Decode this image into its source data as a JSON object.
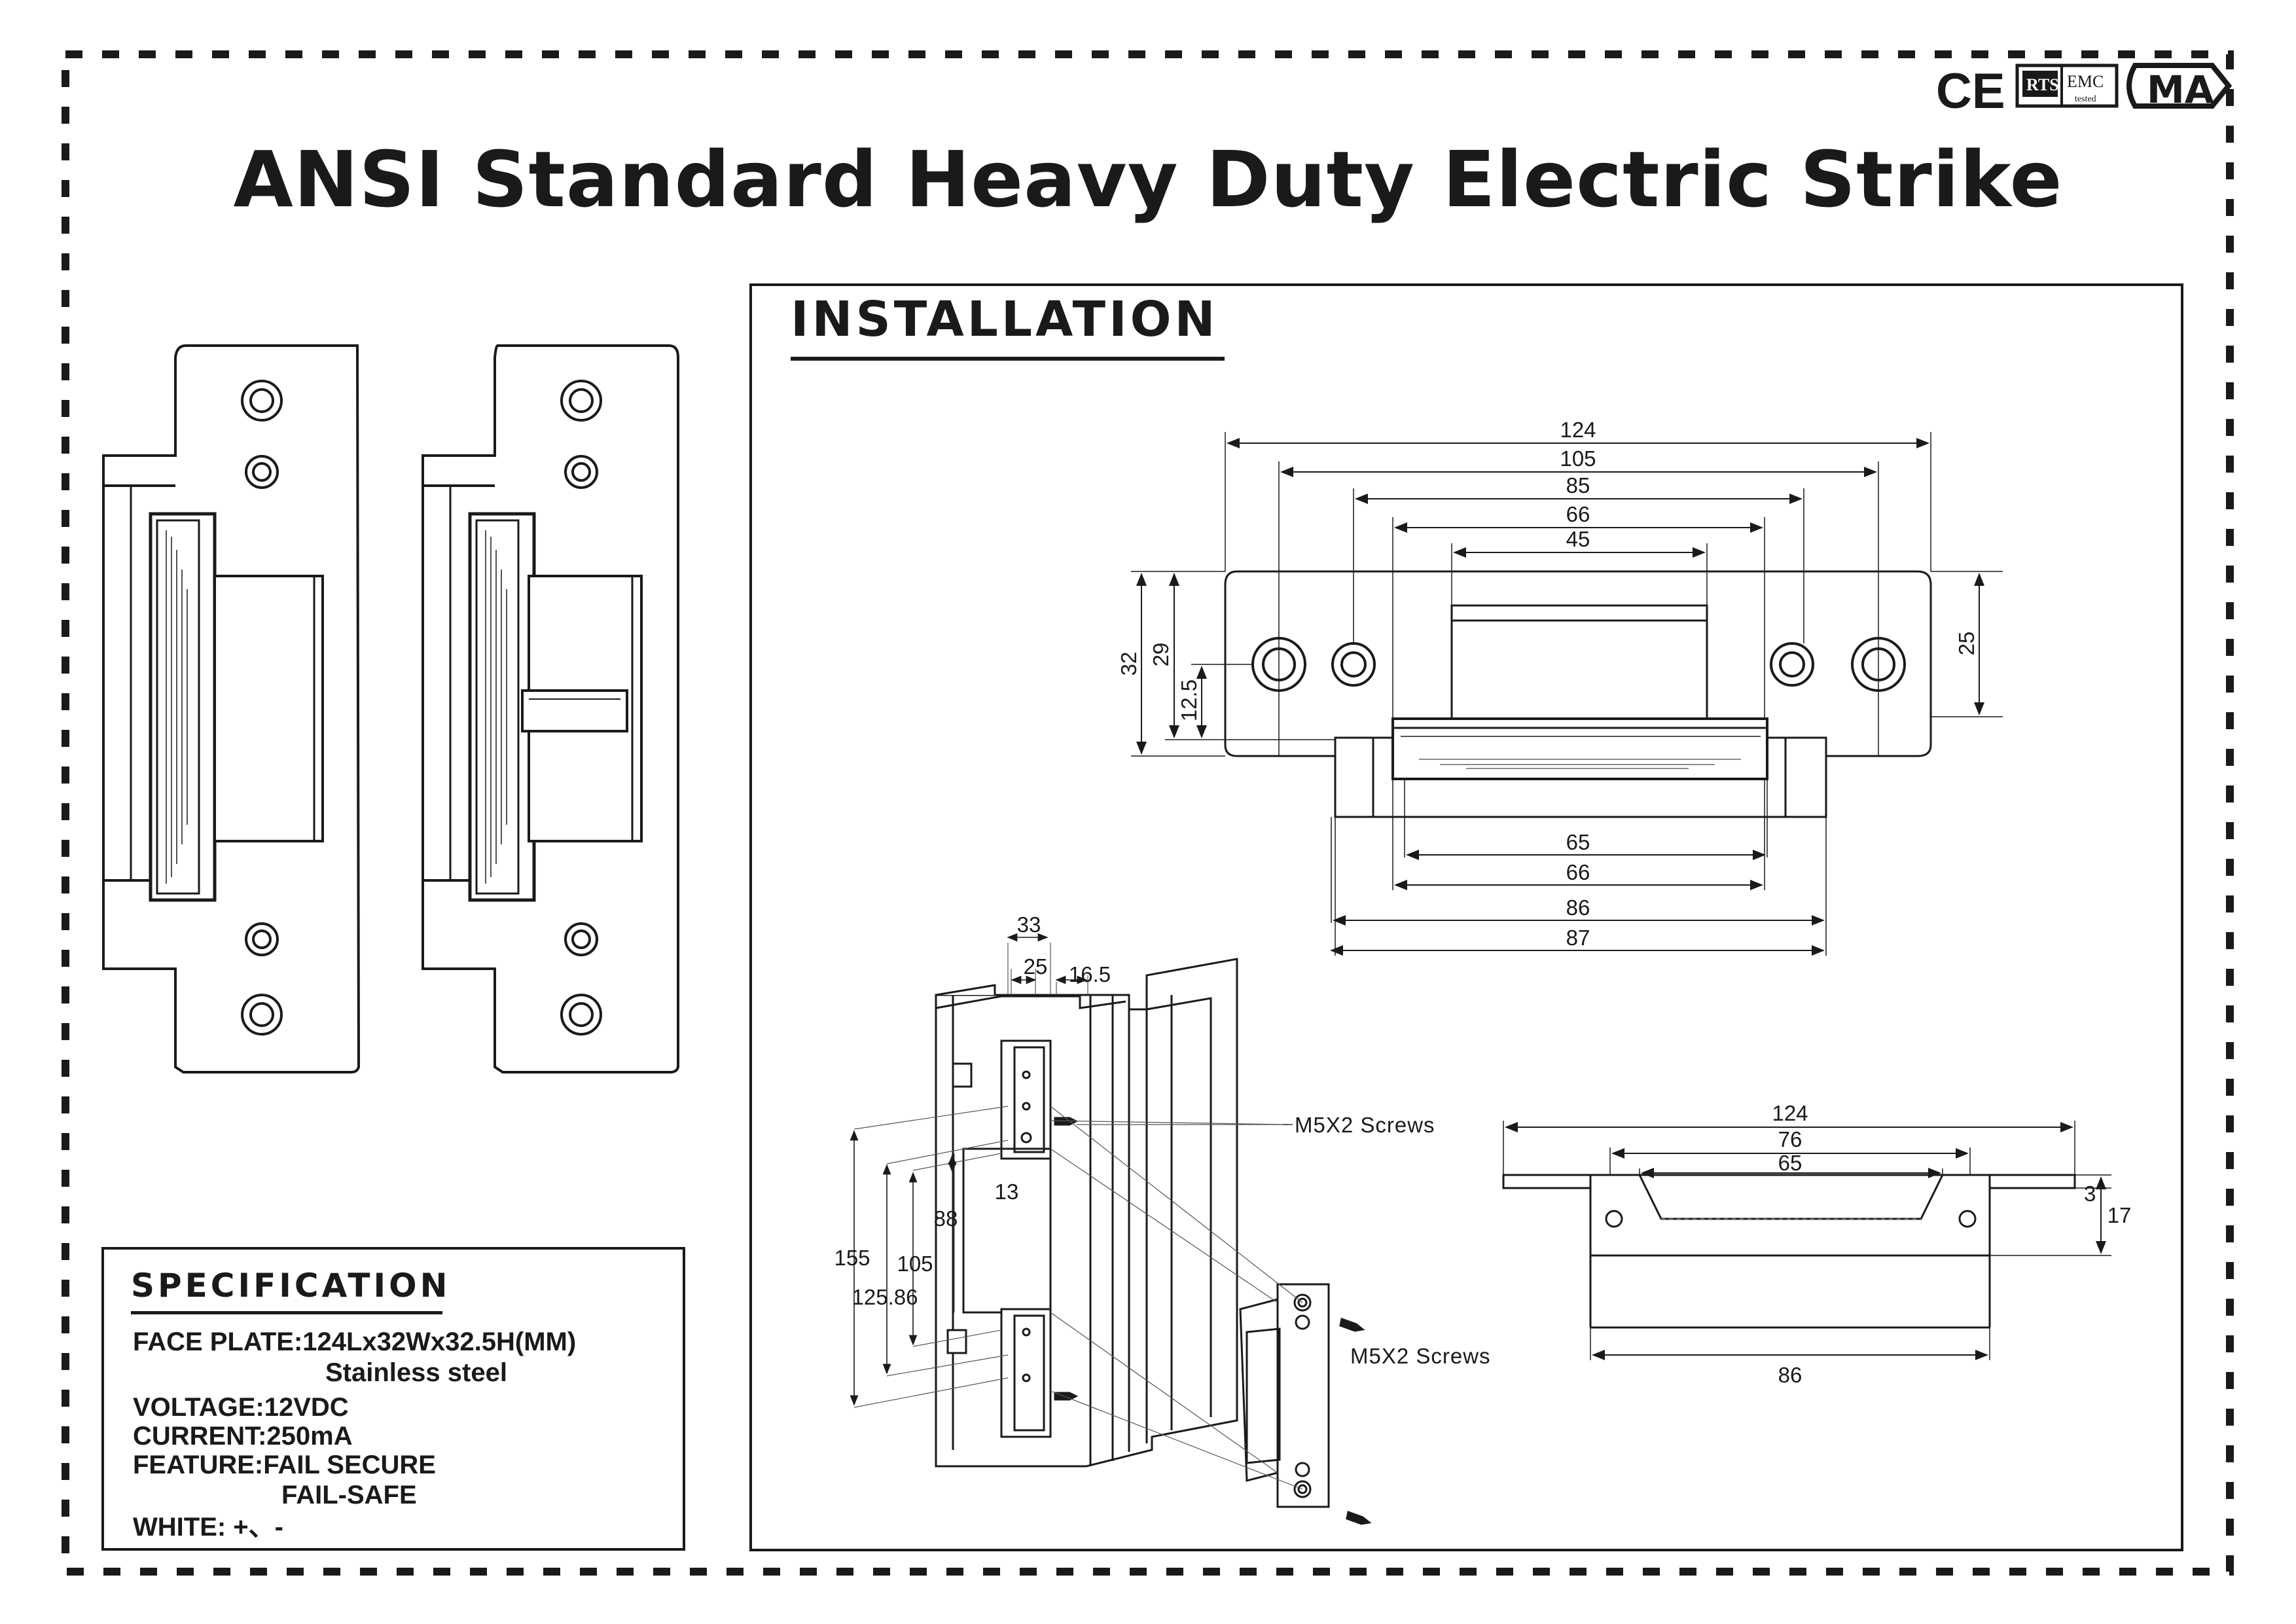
{
  "title": "ANSI Standard Heavy Duty Electric Strike",
  "certifications": {
    "ce": "CE",
    "emc": "EMC",
    "emc_sub": "tested",
    "ma": "MA"
  },
  "installation": {
    "heading": "INSTALLATION",
    "top_view": {
      "width_dims": [
        "124",
        "105",
        "85",
        "66",
        "45"
      ],
      "height_dims_left": [
        "32",
        "29",
        "12.5"
      ],
      "height_dim_right": "25",
      "bottom_dims": [
        "65",
        "66",
        "86",
        "87"
      ]
    },
    "frame_view": {
      "dims_top": [
        "33",
        "25",
        "16.5"
      ],
      "dims_left": [
        "155",
        "125.86",
        "105",
        "88",
        "13"
      ],
      "screws_label_1": "M5X2  Screws",
      "screws_label_2": "M5X2  Screws"
    },
    "side_view": {
      "top_dims": [
        "124",
        "76",
        "65"
      ],
      "right_dims": [
        "3",
        "17"
      ],
      "bottom_dim": "86"
    }
  },
  "specification": {
    "heading": "SPECIFICATION",
    "lines": [
      "FACE PLATE:124Lx32Wx32.5H(MM)",
      "Stainless steel",
      "VOLTAGE:12VDC",
      "CURRENT:250mA",
      "FEATURE:FAIL SECURE",
      "FAIL-SAFE",
      "WHITE: +、-"
    ]
  }
}
